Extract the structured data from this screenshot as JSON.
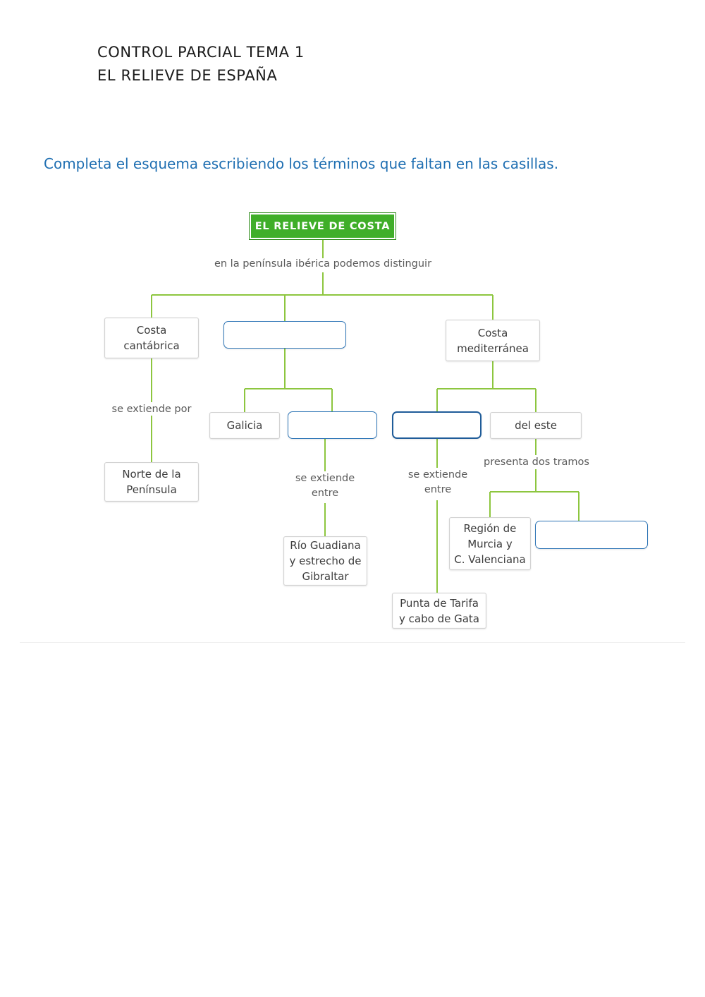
{
  "worksheet": {
    "title": "CONTROL  PARCIAL TEMA 1\nEL RELIEVE DE ESPAÑA",
    "instruction": "Completa el esquema escribiendo los términos que faltan en las casillas."
  },
  "theme": {
    "green": "#3FAE29",
    "connector_green": "#8DC63F",
    "blue": "#2E75B6",
    "blue_focused": "#1F5C99",
    "box_border": "#d2d2d2",
    "instruction_blue": "#1F6FB2",
    "text_grey": "#5a5a5a"
  },
  "chart_data": {
    "type": "diagram",
    "title": "EL RELIEVE DE COSTA",
    "nodes": [
      {
        "id": "root",
        "label": "EL RELIEVE DE COSTA",
        "kind": "title"
      },
      {
        "id": "cantabrica",
        "label": "Costa\ncantábrica",
        "kind": "term"
      },
      {
        "id": "blank1",
        "label": "",
        "kind": "input"
      },
      {
        "id": "mediterranea",
        "label": "Costa\nmediterránea",
        "kind": "term"
      },
      {
        "id": "galicia",
        "label": "Galicia",
        "kind": "term"
      },
      {
        "id": "blank2",
        "label": "",
        "kind": "input"
      },
      {
        "id": "blank3",
        "label": "",
        "kind": "input",
        "focused": true
      },
      {
        "id": "deleste",
        "label": "del este",
        "kind": "term"
      },
      {
        "id": "norte",
        "label": "Norte de la\nPenínsula",
        "kind": "term"
      },
      {
        "id": "guadiana",
        "label": "Río Guadiana\ny estrecho de\nGibraltar",
        "kind": "term"
      },
      {
        "id": "tarifa",
        "label": "Punta de Tarifa\ny cabo de Gata",
        "kind": "term"
      },
      {
        "id": "murcia",
        "label": "Región de\nMurcia y\nC. Valenciana",
        "kind": "term"
      },
      {
        "id": "blank4",
        "label": "",
        "kind": "input"
      }
    ],
    "edge_labels": [
      {
        "id": "e-root",
        "text": "en la península ibérica podemos distinguir"
      },
      {
        "id": "e-cantab",
        "text": "se extiende por"
      },
      {
        "id": "e-galicia",
        "text": "se extiende\nentre"
      },
      {
        "id": "e-blank3",
        "text": "se extiende\nentre"
      },
      {
        "id": "e-deleste",
        "text": "presenta dos tramos"
      }
    ],
    "edges": [
      {
        "from": "root",
        "to": "e-root"
      },
      {
        "from": "e-root",
        "to": "cantabrica"
      },
      {
        "from": "e-root",
        "to": "blank1"
      },
      {
        "from": "e-root",
        "to": "mediterranea"
      },
      {
        "from": "cantabrica",
        "to": "e-cantab"
      },
      {
        "from": "e-cantab",
        "to": "norte"
      },
      {
        "from": "blank1",
        "to": "galicia"
      },
      {
        "from": "blank1",
        "to": "blank2"
      },
      {
        "from": "blank2",
        "to": "e-galicia"
      },
      {
        "from": "e-galicia",
        "to": "guadiana"
      },
      {
        "from": "mediterranea",
        "to": "blank3"
      },
      {
        "from": "mediterranea",
        "to": "deleste"
      },
      {
        "from": "blank3",
        "to": "e-blank3"
      },
      {
        "from": "e-blank3",
        "to": "tarifa"
      },
      {
        "from": "deleste",
        "to": "e-deleste"
      },
      {
        "from": "e-deleste",
        "to": "murcia"
      },
      {
        "from": "e-deleste",
        "to": "blank4"
      }
    ]
  }
}
